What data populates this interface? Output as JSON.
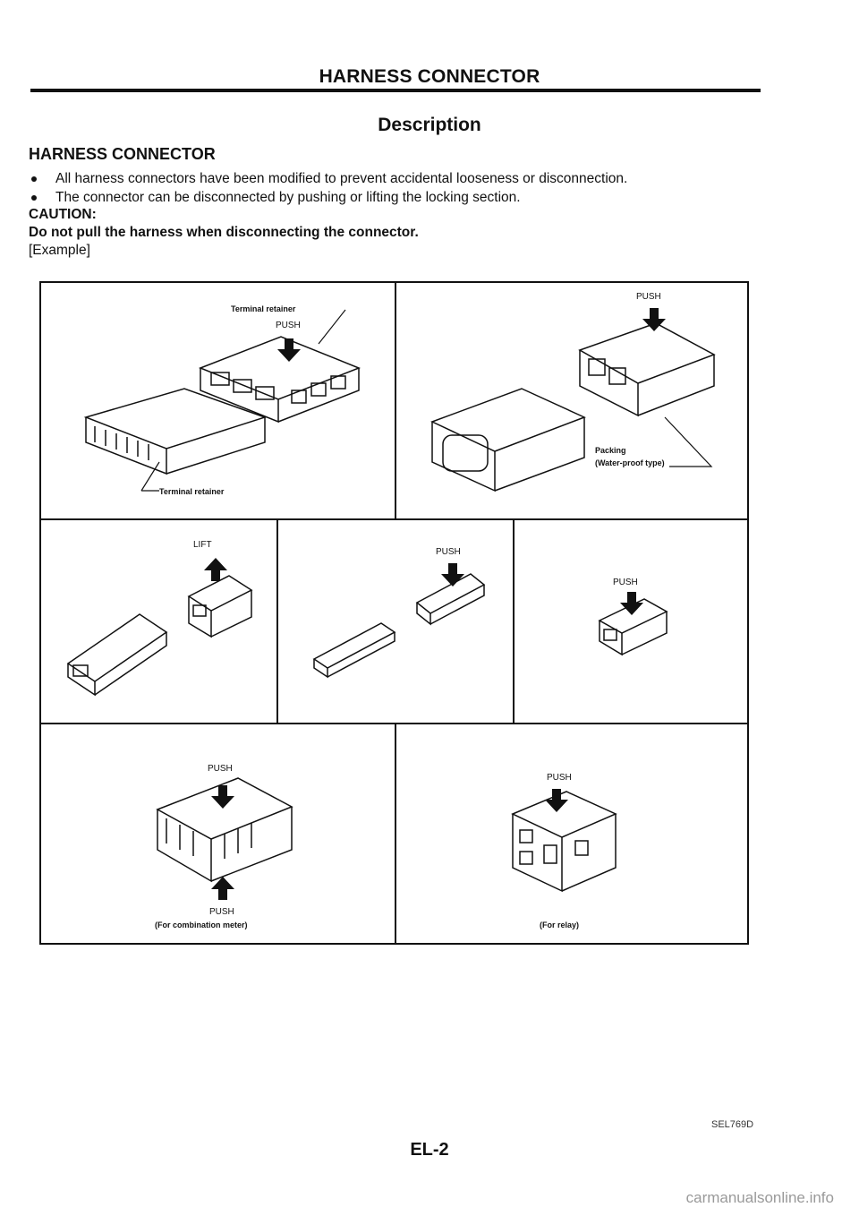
{
  "header": {
    "title": "HARNESS CONNECTOR"
  },
  "page_title": "Description",
  "section_title": "HARNESS CONNECTOR",
  "bullets": [
    "All harness connectors have been modified to prevent accidental looseness or disconnection.",
    "The connector can be disconnected by pushing or lifting the locking section."
  ],
  "caution": {
    "label": "CAUTION:",
    "text": "Do not pull the harness when disconnecting the connector."
  },
  "example_label": "[Example]",
  "figure": {
    "panel1": {
      "label_top": "Terminal retainer",
      "push": "PUSH",
      "label_bottom": "Terminal retainer"
    },
    "panel2": {
      "push": "PUSH",
      "packing": "Packing",
      "packing_type": "(Water-proof type)"
    },
    "panel3": {
      "lift": "LIFT"
    },
    "panel4": {
      "push": "PUSH"
    },
    "panel5": {
      "push": "PUSH"
    },
    "panel6": {
      "push_top": "PUSH",
      "push_bottom": "PUSH",
      "caption": "(For combination meter)"
    },
    "panel7": {
      "push": "PUSH",
      "caption": "(For relay)"
    },
    "id": "SEL769D"
  },
  "page_number": "EL-2",
  "watermark": "carmanualsonline.info"
}
